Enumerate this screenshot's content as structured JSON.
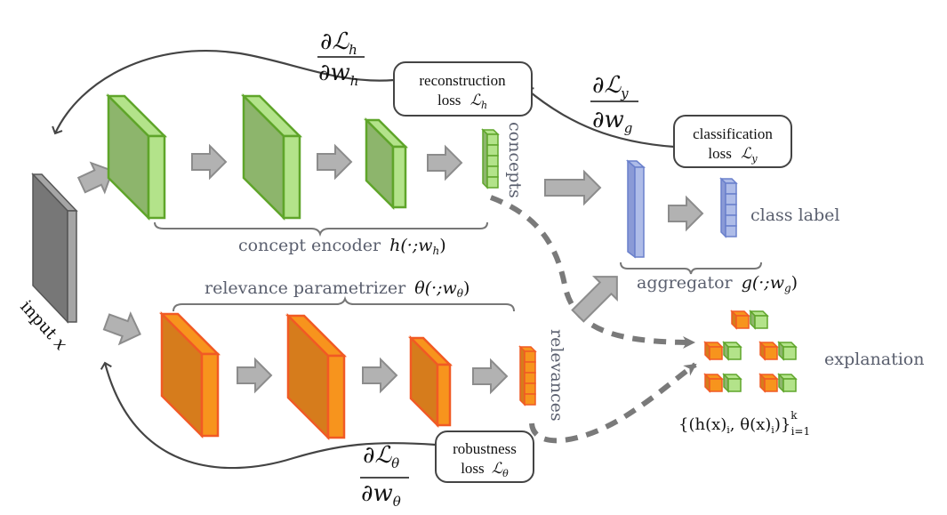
{
  "diagram": {
    "title": "Self-explaining neural network architecture",
    "colors": {
      "concept_dark": "#8db56c",
      "concept_light": "#b3e38a",
      "concept_stroke": "#5fa52a",
      "relevance_dark": "#d67c1c",
      "relevance_light": "#f7941d",
      "relevance_stroke": "#f15a24",
      "aggregator_dark": "#8a9ad6",
      "aggregator_light": "#aebce8",
      "aggregator_stroke": "#6a80cc",
      "input_dark": "#777777",
      "input_light": "#a5a5a5",
      "arrow_fill": "#b2b2b2",
      "arrow_stroke": "#8c8c8c",
      "label_gray": "#5a5f6e",
      "line_dark": "#444444"
    },
    "input": {
      "label": "input x",
      "label_word": "input",
      "label_var": "x"
    },
    "concept_encoder": {
      "label": "concept encoder",
      "func": "h(·;w",
      "func_sub": "h",
      "func_close": ")",
      "output_label": "concepts"
    },
    "relevance_parametrizer": {
      "label": "relevance parametrizer",
      "func": "θ(·;w",
      "func_sub": "θ",
      "func_close": ")",
      "output_label": "relevances"
    },
    "aggregator": {
      "label": "aggregator",
      "func": "g(·;w",
      "func_sub": "g",
      "func_close": ")",
      "output_label": "class label"
    },
    "explanation": {
      "label": "explanation",
      "formula_open": "{(h(x)",
      "formula_sub_i1": "i",
      "formula_mid": ", θ(x)",
      "formula_sub_i2": "i",
      "formula_close": ")}",
      "formula_sup": "k",
      "formula_sub": "i=1"
    },
    "losses": [
      {
        "id": "reconstruction",
        "line1": "reconstruction",
        "line2": "loss",
        "symbol": "ℒ",
        "sub": "h",
        "grad_num": "∂ℒ",
        "grad_num_sub": "h",
        "grad_den": "∂w",
        "grad_den_sub": "h"
      },
      {
        "id": "classification",
        "line1": "classification",
        "line2": "loss",
        "symbol": "ℒ",
        "sub": "y",
        "grad_num": "∂ℒ",
        "grad_num_sub": "y",
        "grad_den": "∂w",
        "grad_den_sub": "g"
      },
      {
        "id": "robustness",
        "line1": "robustness",
        "line2": "loss",
        "symbol": "ℒ",
        "sub": "θ",
        "grad_num": "∂ℒ",
        "grad_num_sub": "θ",
        "grad_den": "∂w",
        "grad_den_sub": "θ"
      }
    ]
  }
}
